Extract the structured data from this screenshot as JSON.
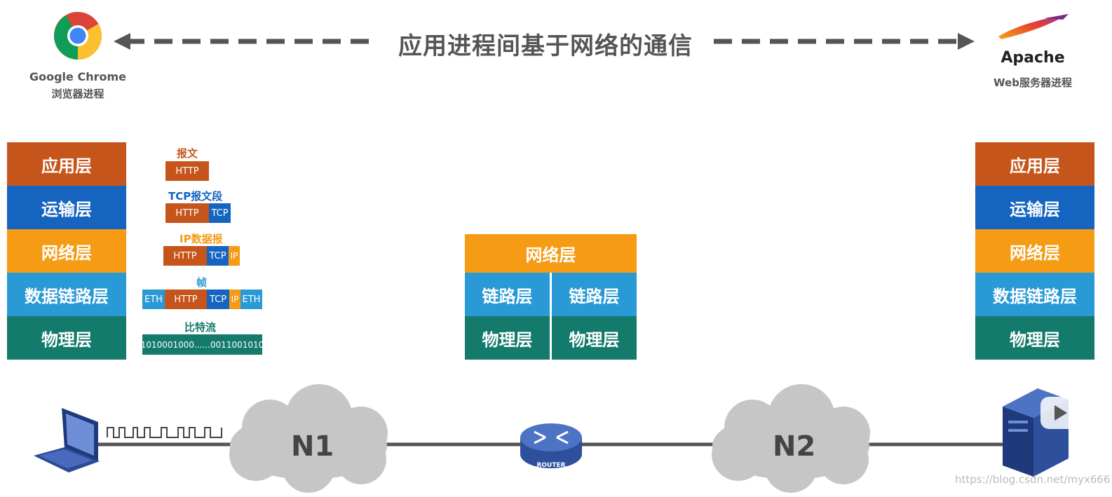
{
  "header": {
    "title": "应用进程间基于网络的通信",
    "left_app": "Google Chrome",
    "left_desc": "浏览器进程",
    "right_app": "Apache",
    "right_desc": "Web服务器进程"
  },
  "left_stack": [
    "应用层",
    "运输层",
    "网络层",
    "数据链路层",
    "物理层"
  ],
  "right_stack": [
    "应用层",
    "运输层",
    "网络层",
    "数据链路层",
    "物理层"
  ],
  "router_stack": {
    "network": "网络层",
    "link": [
      "链路层",
      "链路层"
    ],
    "physical": [
      "物理层",
      "物理层"
    ]
  },
  "encapsulation": {
    "message": {
      "label": "报文",
      "segments": [
        "HTTP"
      ]
    },
    "segment": {
      "label": "TCP报文段",
      "segments": [
        "HTTP",
        "TCP"
      ]
    },
    "datagram": {
      "label": "IP数据报",
      "segments": [
        "HTTP",
        "TCP",
        "IP"
      ]
    },
    "frame": {
      "label": "帧",
      "segments": [
        "ETH",
        "HTTP",
        "TCP",
        "IP",
        "ETH"
      ]
    },
    "bitstream": {
      "label": "比特流",
      "value": "1010001000......0011001010"
    }
  },
  "network": {
    "cloud1": "N1",
    "cloud2": "N2",
    "router_label": "ROUTER"
  },
  "watermark": "https://blog.csdn.net/myx666",
  "colors": {
    "application": "#c5551a",
    "transport": "#1464c0",
    "network": "#f59b14",
    "datalink": "#2a9ad6",
    "physical": "#147a6c"
  }
}
